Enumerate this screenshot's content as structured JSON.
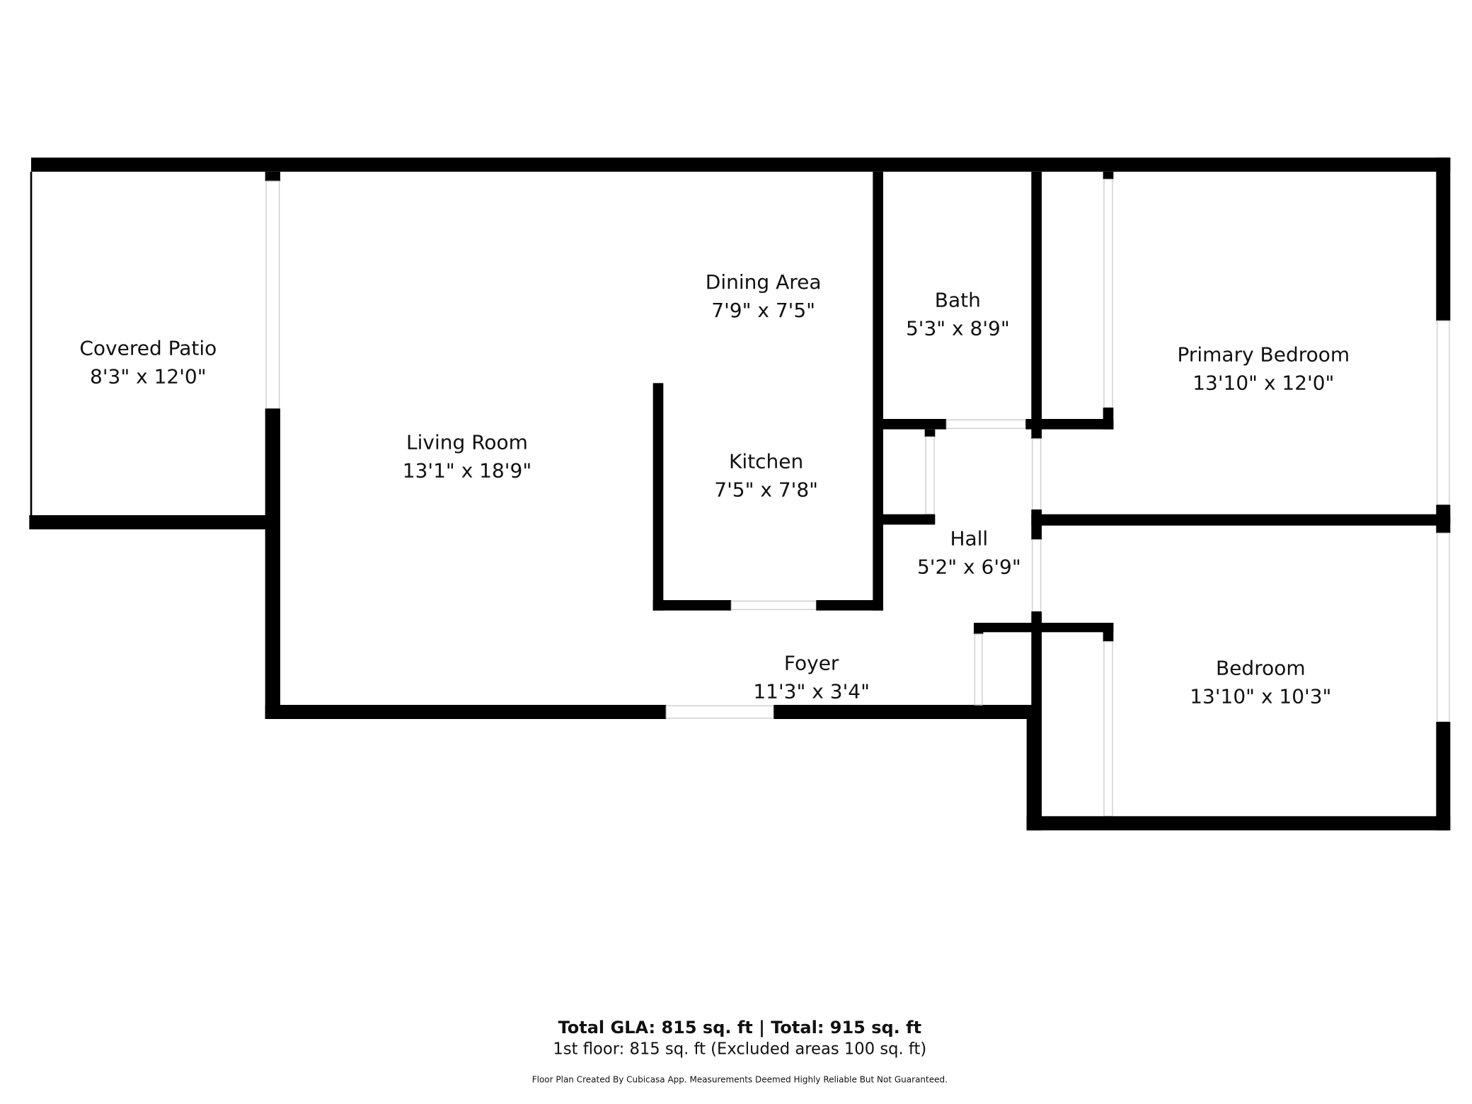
{
  "rooms": [
    {
      "name": "Covered Patio",
      "size": "8'3\" x 12'0\""
    },
    {
      "name": "Living Room",
      "size": "13'1\" x 18'9\""
    },
    {
      "name": "Dining Area",
      "size": "7'9\" x 7'5\""
    },
    {
      "name": "Kitchen",
      "size": "7'5\" x 7'8\""
    },
    {
      "name": "Bath",
      "size": "5'3\" x 8'9\""
    },
    {
      "name": "Hall",
      "size": "5'2\" x 6'9\""
    },
    {
      "name": "Primary Bedroom",
      "size": "13'10\" x 12'0\""
    },
    {
      "name": "Bedroom",
      "size": "13'10\" x 10'3\""
    },
    {
      "name": "Foyer",
      "size": "11'3\" x 3'4\""
    }
  ],
  "footer": {
    "totals": "Total GLA: 815 sq. ft | Total: 915 sq. ft",
    "floor": "1st floor: 815 sq. ft (Excluded areas 100 sq. ft)",
    "disclaimer": "Floor Plan Created By Cubicasa App. Measurements Deemed Highly Reliable But Not Guaranteed."
  }
}
